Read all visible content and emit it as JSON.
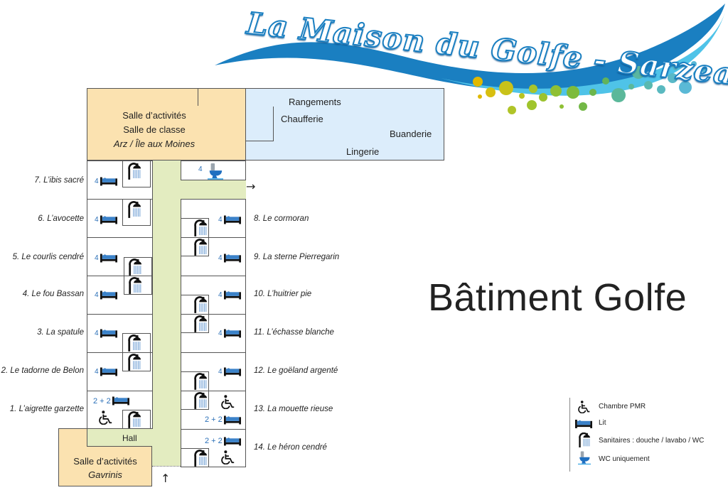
{
  "logo": {
    "text": "La Maison du Golfe - Sarzeau",
    "colors": {
      "wave": "#1a7fc1",
      "wave_light": "#4fc3e8",
      "dots": [
        "#e0b800",
        "#a8c42a",
        "#7dbb3c",
        "#5bb89a",
        "#5ab9d6"
      ]
    }
  },
  "building_title": "Bâtiment Golfe",
  "colors": {
    "activity_room": "#fbe2b0",
    "technical_area": "#dcedfb",
    "corridor": "#e3ecc0",
    "count_text": "#2a6fb8",
    "bed_blue": "#3b82c9"
  },
  "top_rooms": {
    "activity": {
      "line1": "Salle d’activités",
      "line2": "Salle de classe",
      "line3": "Arz / Île aux Moines"
    },
    "technical": {
      "rangements": "Rangements",
      "chaufferie": "Chaufferie",
      "buanderie": "Buanderie",
      "lingerie": "Lingerie"
    }
  },
  "wc_block": {
    "count": "4",
    "icon": "toilet-icon"
  },
  "exit_arrow_right": "→",
  "entrance_arrow_up": "↑",
  "hall_label": "Hall",
  "bottom_activity": {
    "line1": "Salle d’activités",
    "line2": "Gavrinis"
  },
  "left_rooms": [
    {
      "name": "7. L’ibis sacré",
      "beds": "4",
      "pmr": false
    },
    {
      "name": "6. L’avocette",
      "beds": "4",
      "pmr": false
    },
    {
      "name": "5. Le courlis cendré",
      "beds": "4",
      "pmr": false
    },
    {
      "name": "4. Le fou Bassan",
      "beds": "4",
      "pmr": false
    },
    {
      "name": "3. La spatule",
      "beds": "4",
      "pmr": false
    },
    {
      "name": "2. Le tadorne de Belon",
      "beds": "4",
      "pmr": false
    },
    {
      "name": "1. L’aigrette garzette",
      "beds": "2 + 2",
      "pmr": true
    }
  ],
  "right_rooms": [
    {
      "name": "8. Le cormoran",
      "beds": "4",
      "pmr": false
    },
    {
      "name": "9. La sterne Pierregarin",
      "beds": "4",
      "pmr": false
    },
    {
      "name": "10. L’huitrier pie",
      "beds": "4",
      "pmr": false
    },
    {
      "name": "11. L’échasse blanche",
      "beds": "4",
      "pmr": false
    },
    {
      "name": "12. Le goëland argenté",
      "beds": "4",
      "pmr": false
    },
    {
      "name": "13. La mouette rieuse",
      "beds": "2 + 2",
      "pmr": true
    },
    {
      "name": "14. Le héron cendré",
      "beds": "2 + 2",
      "pmr": true
    }
  ],
  "legend": {
    "items": [
      {
        "icon": "wheelchair-icon",
        "label": "Chambre PMR"
      },
      {
        "icon": "bed-icon",
        "label": "Lit"
      },
      {
        "icon": "shower-icon",
        "label": "Sanitaires : douche / lavabo / WC"
      },
      {
        "icon": "toilet-icon",
        "label": "WC uniquement"
      }
    ]
  }
}
